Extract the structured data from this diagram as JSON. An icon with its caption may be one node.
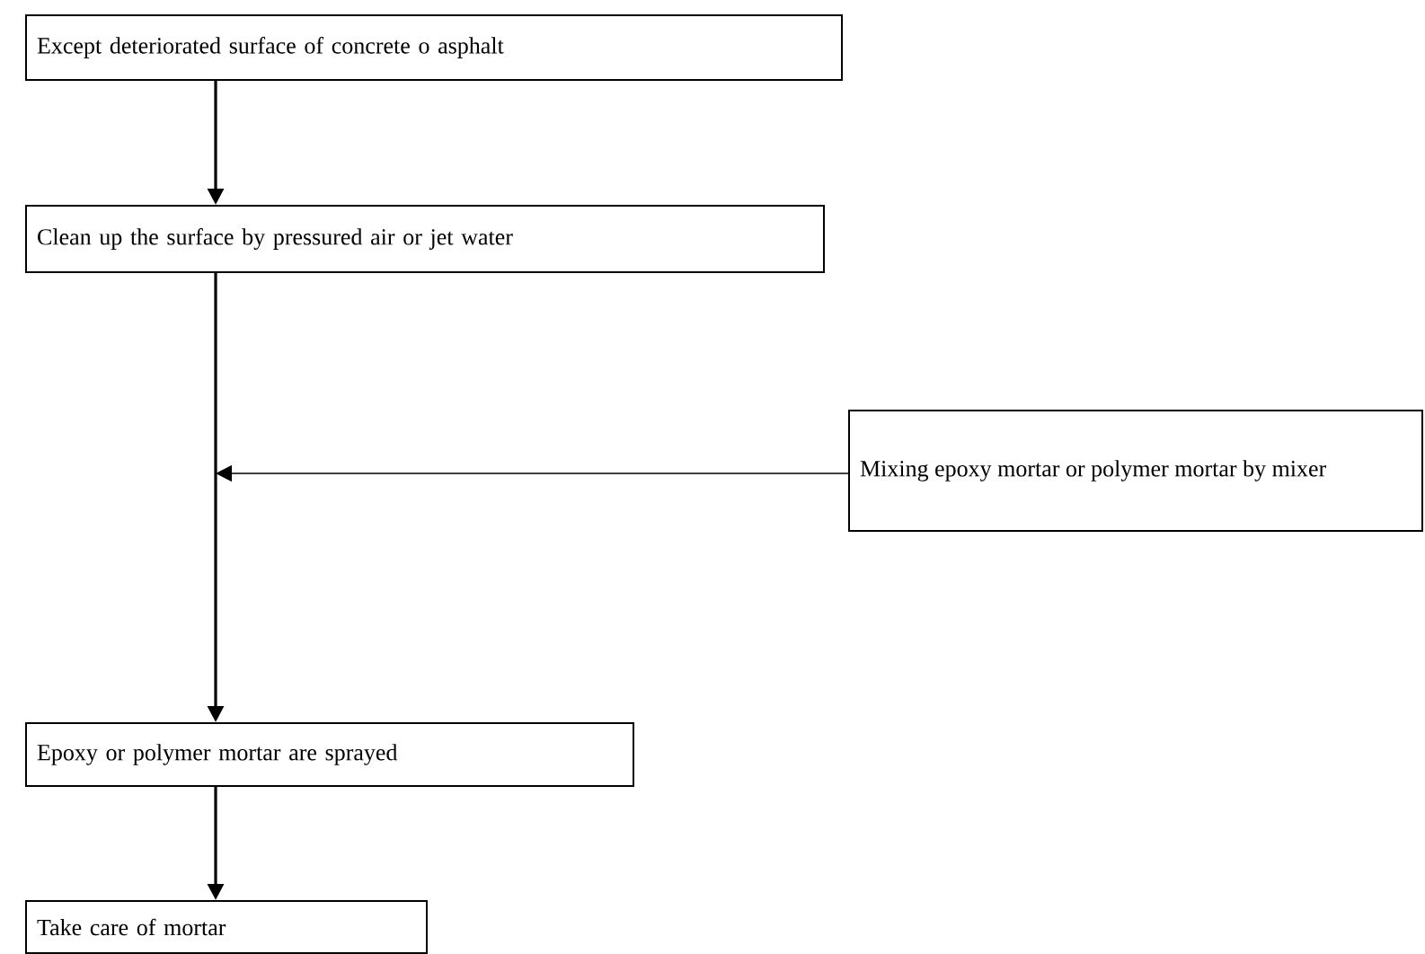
{
  "diagram": {
    "nodes": [
      {
        "text": [
          "Except deteriorated surface of concrete o asphalt"
        ]
      },
      {
        "text": [
          "Clean up the surface by pressured air or jet water"
        ]
      },
      {
        "text": [
          "Mixing epoxy mortar or polymer mortar by mixer"
        ]
      },
      {
        "text": [
          "Epoxy or polymer mortar are sprayed"
        ]
      },
      {
        "text": [
          "Take care of mortar"
        ]
      }
    ],
    "edges": [
      {
        "from": 0,
        "to": 1,
        "arrow": "to"
      },
      {
        "from": 1,
        "to": 3,
        "arrow": "to"
      },
      {
        "from": 2,
        "to": null,
        "arrow": "to"
      },
      {
        "from": 3,
        "to": 4,
        "arrow": "to"
      }
    ]
  }
}
